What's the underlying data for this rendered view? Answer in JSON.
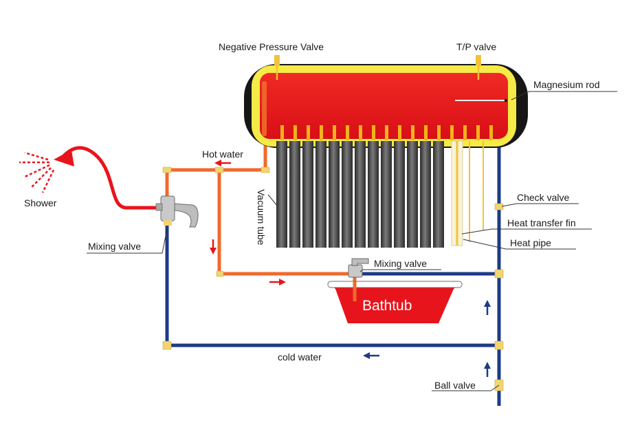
{
  "labels": {
    "negative_pressure_valve": "Negative Pressure Valve",
    "tp_valve": "T/P valve",
    "magnesium_rod": "Magnesium rod",
    "hot_water": "Hot water",
    "shower": "Shower",
    "vacuum_tube": "Vacuum tube",
    "check_valve": "Check valve",
    "heat_transfer_fin": "Heat transfer fin",
    "heat_pipe": "Heat pipe",
    "mixing_valve_left": "Mixing valve",
    "mixing_valve_bath": "Mixing valve",
    "bathtub": "Bathtub",
    "cold_water": "cold water",
    "ball_valve": "Ball valve"
  },
  "colors": {
    "tank_red": "#e8141b",
    "tank_yellow": "#f6ea47",
    "tank_cap": "#161616",
    "hot_pipe": "#ef6a2c",
    "hot_arrow": "#e8141b",
    "cold_pipe": "#1c3a86",
    "cold_arrow": "#1c3a86",
    "tube_dark": "#3a3a3a",
    "fitting": "#f3d470"
  }
}
